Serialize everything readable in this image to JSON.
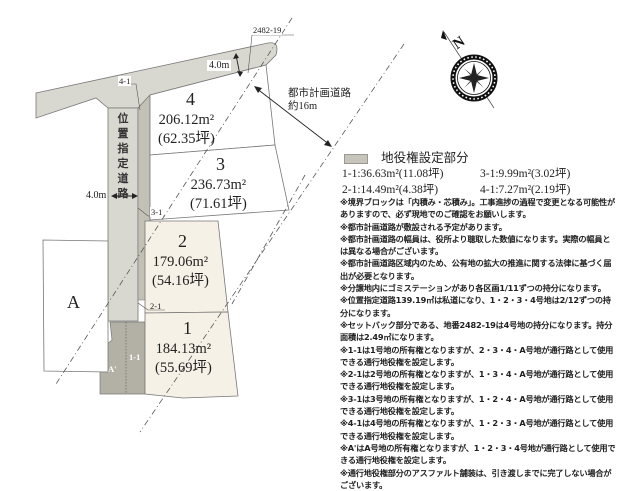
{
  "colors": {
    "easement_road": "#d9d8d0",
    "easement_dark": "#b3b1a5",
    "lot_cream": "#f6f1e6",
    "setback_orange": "#e0703a",
    "line": "#555555"
  },
  "map": {
    "top_label_parcel": "2482-19",
    "top_road_width": "4.0m",
    "side_road_width": "4.0m",
    "designated_road_chars": [
      "位",
      "置",
      "指",
      "定",
      "道",
      "路"
    ],
    "city_planning_road": {
      "line1": "都市計画道路",
      "line2": "約16m"
    },
    "easement_tags": {
      "t41_top": "4-1",
      "t31": "3-1",
      "t21": "2-1",
      "t11": "1-1",
      "a_prime": "A'"
    },
    "lots": [
      {
        "id": "4",
        "area_m2": "206.12m²",
        "area_tsubo": "(62.35坪)"
      },
      {
        "id": "3",
        "area_m2": "236.73m²",
        "area_tsubo": "(71.61坪)"
      },
      {
        "id": "2",
        "area_m2": "179.06m²",
        "area_tsubo": "(54.16坪)"
      },
      {
        "id": "1",
        "area_m2": "184.13m²",
        "area_tsubo": "(55.69坪)"
      }
    ],
    "lot_a": "A",
    "compass": {
      "north_label": "N"
    }
  },
  "legend": {
    "label": "地役権設定部分",
    "areas": [
      [
        "1-1:36.63m²(11.08坪)",
        "3-1:9.99m²(3.02坪)"
      ],
      [
        "2-1:14.49m²(4.38坪)",
        "4-1:7.27m²(2.19坪)"
      ]
    ]
  },
  "notes": [
    "※境界ブロックは「内積み・芯積み」。工事進捗の過程で変更となる可能性がありますので、必ず現地でのご確認をお願いします。",
    "※都市計画道路が敷設される予定があります。",
    "※都市計画道路の幅員は、役所より聴取した数値になります。実際の幅員とは異なる場合がございます。",
    "※都市計画道路区域内のため、公有地の拡大の推進に関する法律に基づく届出が必要となります。",
    "※分譲地内にゴミステーションがあり各区画1/11ずつの持分になります。",
    "※位置指定道路139.19㎡は私道になり、1・2・3・4号地は2/12ずつの持分になります。",
    "※セットバック部分である、地番2482-19は4号地の持分になります。持分面積は2.49㎡になります。",
    "※1-1は1号地の所有権となりますが、2・3・4・A号地が通行路として使用できる通行地役権を設定します。",
    "※2-1は2号地の所有権となりますが、1・3・4・A号地が通行路として使用できる通行地役権を設定します。",
    "※3-1は3号地の所有権となりますが、1・2・4・A号地が通行路として使用できる通行地役権を設定します。",
    "※4-1は4号地の所有権となりますが、1・2・3・A号地が通行路として使用できる通行地役権を設定します。",
    "※A'はA号地の所有権となりますが、1・2・3・4号地が通行路として使用できる通行地役権を設定します。",
    "※通行地役権部分のアスファルト舗装は、引き渡しまでに完了しない場合がございます。"
  ]
}
